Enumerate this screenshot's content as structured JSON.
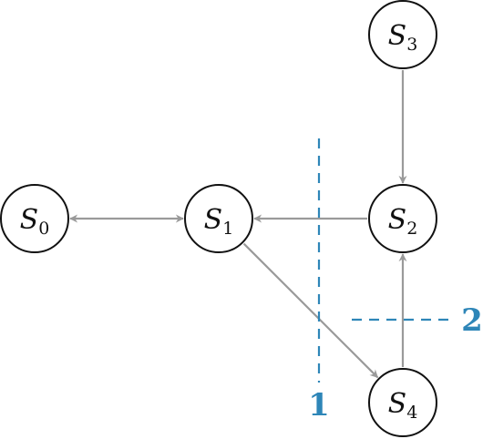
{
  "nodes": [
    {
      "id": "S0",
      "base": "S",
      "sub": "0"
    },
    {
      "id": "S1",
      "base": "S",
      "sub": "1"
    },
    {
      "id": "S2",
      "base": "S",
      "sub": "2"
    },
    {
      "id": "S3",
      "base": "S",
      "sub": "3"
    },
    {
      "id": "S4",
      "base": "S",
      "sub": "4"
    }
  ],
  "edges": [
    {
      "from": "S0",
      "to": "S1",
      "bidirectional": true
    },
    {
      "from": "S2",
      "to": "S1",
      "bidirectional": false
    },
    {
      "from": "S3",
      "to": "S2",
      "bidirectional": false
    },
    {
      "from": "S1",
      "to": "S4",
      "bidirectional": false
    },
    {
      "from": "S4",
      "to": "S2",
      "bidirectional": false
    }
  ],
  "cuts": [
    {
      "label": "1",
      "orientation": "vertical"
    },
    {
      "label": "2",
      "orientation": "horizontal"
    }
  ],
  "colors": {
    "edge": "#9a9a9a",
    "cut": "#2e86b8",
    "node_stroke": "#111111"
  }
}
